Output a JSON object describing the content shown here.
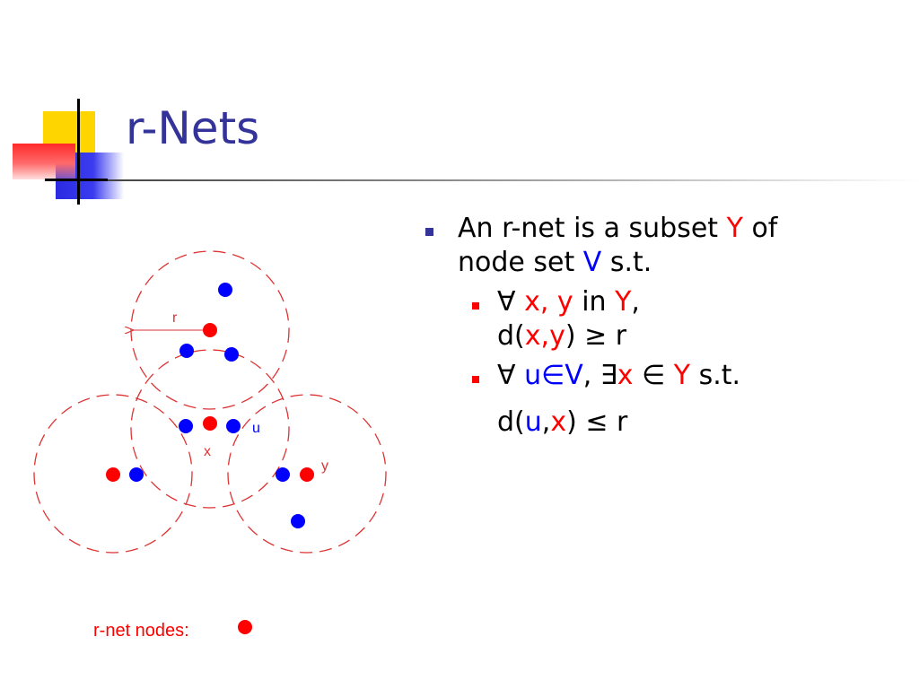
{
  "title": "r-Nets",
  "bullet_main": {
    "p1": "An r-net is a subset ",
    "Y": "Y",
    "p2": " of",
    "p3": "node set ",
    "V": "V",
    "p4": " s.t."
  },
  "sub1": {
    "forall": "∀ ",
    "x": "x, ",
    "y": "y",
    "in": " in ",
    "Y": "Y",
    "comma": ",",
    "d": "d(",
    "x2": "x",
    "c": ",",
    "y2": "y",
    "tail": ") ≥ r"
  },
  "sub2": {
    "forall": "∀ ",
    "u": "u",
    "elem": "∈",
    "V": "V",
    "sep": ", ∃",
    "x": "x",
    "elem2": " ∈ ",
    "Y": "Y",
    "st": " s.t.",
    "d": "d(",
    "u2": "u",
    "c": ",",
    "x2": "x",
    "tail": ") ≤ r"
  },
  "diagram": {
    "labels": {
      "r": "r",
      "u": "u",
      "x": "x",
      "y": "y"
    },
    "colors": {
      "net_node": "#ff0000",
      "other_node": "#0000ff",
      "circle": "#dd3333"
    }
  },
  "legend": {
    "label": "r-net nodes:"
  }
}
